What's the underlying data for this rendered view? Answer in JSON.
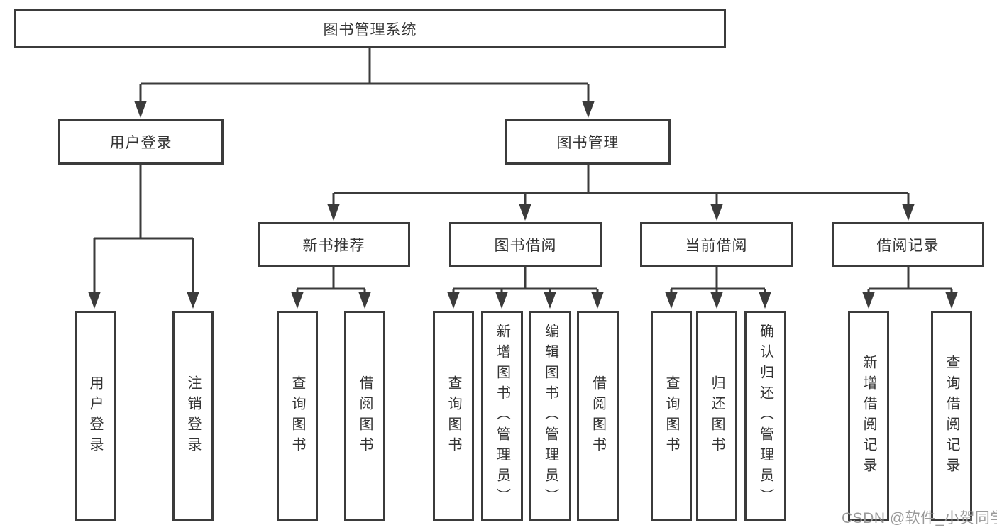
{
  "colors": {
    "line": "#3b3b3b",
    "text": "#333333",
    "watermark": "#9a9a9a",
    "background": "#ffffff"
  },
  "tree": {
    "root": {
      "label": "图书管理系统"
    },
    "branches": [
      {
        "label": "用户登录",
        "children": [
          {
            "label": "用户登录"
          },
          {
            "label": "注销登录"
          }
        ]
      },
      {
        "label": "图书管理",
        "children": [
          {
            "label": "新书推荐",
            "children": [
              {
                "label": "查询图书"
              },
              {
                "label": "借阅图书"
              }
            ]
          },
          {
            "label": "图书借阅",
            "children": [
              {
                "label": "查询图书"
              },
              {
                "label": "新增图书（管理员）"
              },
              {
                "label": "编辑图书（管理员）"
              },
              {
                "label": "借阅图书"
              }
            ]
          },
          {
            "label": "当前借阅",
            "children": [
              {
                "label": "查询图书"
              },
              {
                "label": "归还图书"
              },
              {
                "label": "确认归还（管理员）"
              }
            ]
          },
          {
            "label": "借阅记录",
            "children": [
              {
                "label": "新增借阅记录"
              },
              {
                "label": "查询借阅记录"
              }
            ]
          }
        ]
      }
    ]
  },
  "watermark": {
    "text": "CSDN @软件_小贺同学"
  }
}
